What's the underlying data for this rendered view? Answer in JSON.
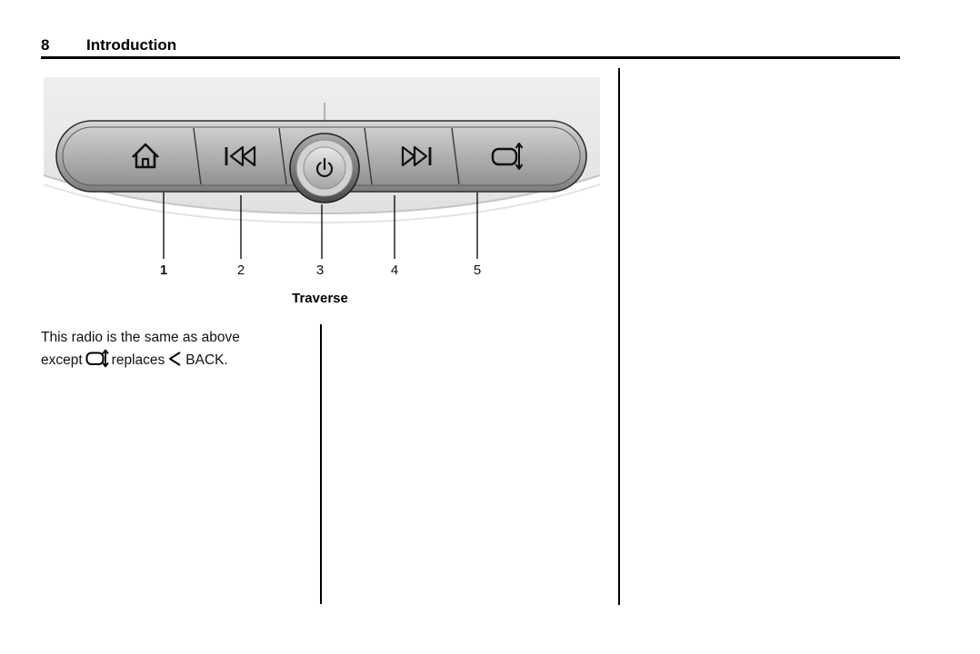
{
  "page": {
    "number": "8",
    "section_title": "Introduction"
  },
  "figure": {
    "caption": "Traverse",
    "callouts": [
      "1",
      "2",
      "3",
      "4",
      "5"
    ],
    "icons": [
      "home-icon",
      "previous-track-icon",
      "power-icon",
      "next-track-icon",
      "display-toggle-icon"
    ]
  },
  "body": {
    "line1": "This radio is the same as above",
    "line2_start": "except",
    "line2_mid": "replaces",
    "line2_end": "BACK."
  },
  "colors": {
    "rule": "#000000",
    "panel_gray": "#ededed",
    "bar_gray": "#8f8f8f"
  }
}
